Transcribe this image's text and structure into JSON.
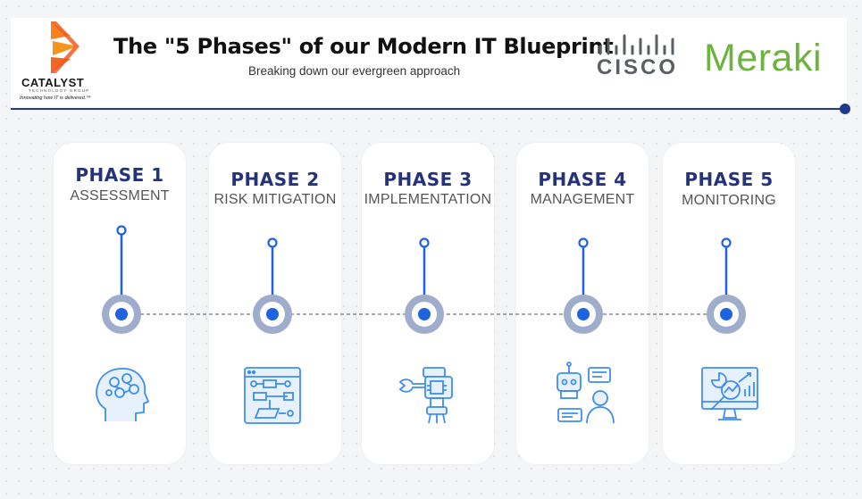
{
  "header": {
    "title": "The \"5 Phases\" of our Modern IT Blueprint",
    "subtitle": "Breaking down our evergreen approach",
    "logo": {
      "name": "CATALYST",
      "sub": "TECHNOLOGY GROUP",
      "tagline": "Innovating how IT is delivered.™"
    },
    "partner1": "CISCO",
    "partner2": "Meraki"
  },
  "colors": {
    "navy": "#25337a",
    "accent": "#1f63e0",
    "ring": "#9fadcc",
    "icon": "#3d8ef0",
    "meraki": "#6cb33f",
    "logo_orange": "#f5821f"
  },
  "phases": [
    {
      "num": "PHASE 1",
      "name": "ASSESSMENT",
      "icon": "brain-head-icon"
    },
    {
      "num": "PHASE 2",
      "name": "RISK MITIGATION",
      "icon": "flowchart-window-icon"
    },
    {
      "num": "PHASE 3",
      "name": "IMPLEMENTATION",
      "icon": "robot-arm-wrench-icon"
    },
    {
      "num": "PHASE 4",
      "name": "MANAGEMENT",
      "icon": "robot-chat-person-icon"
    },
    {
      "num": "PHASE 5",
      "name": "MONITORING",
      "icon": "analytics-monitor-icon"
    }
  ]
}
